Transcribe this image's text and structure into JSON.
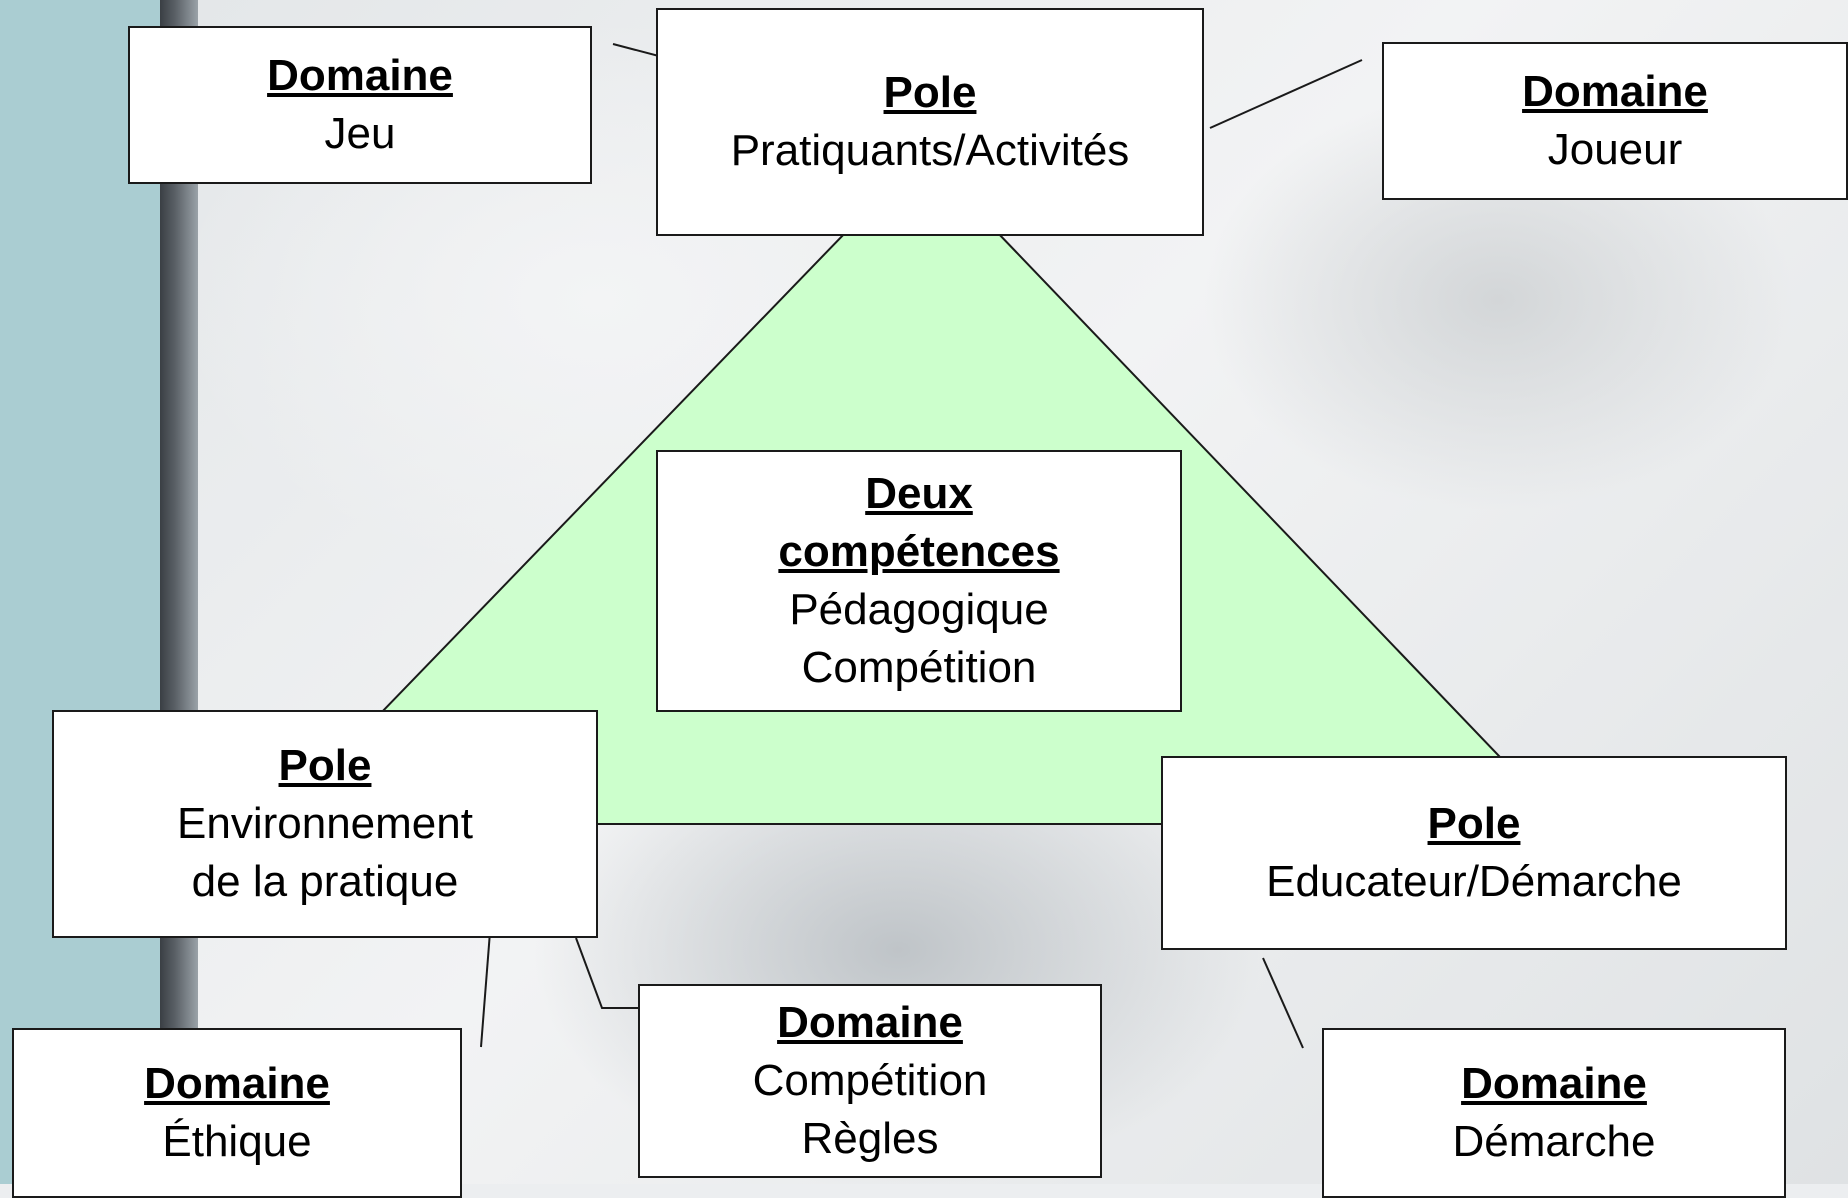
{
  "colors": {
    "triangle_fill": "#ccffcc",
    "box_border": "#1a1a1a"
  },
  "center": {
    "heading_line1": "Deux",
    "heading_line2": "compétences",
    "line1": "Pédagogique",
    "line2": "Compétition"
  },
  "poles": {
    "top": {
      "heading": "Pole",
      "line1": "Pratiquants/Activités"
    },
    "bottom_left": {
      "heading": "Pole",
      "line1": "Environnement",
      "line2": "de la pratique"
    },
    "bottom_right": {
      "heading": "Pole",
      "line1": "Educateur/Démarche"
    }
  },
  "domains": {
    "jeu": {
      "heading": "Domaine",
      "line1": "Jeu"
    },
    "joueur": {
      "heading": "Domaine",
      "line1": "Joueur"
    },
    "ethique": {
      "heading": "Domaine",
      "line1": "Éthique"
    },
    "competition": {
      "heading": "Domaine",
      "line1": "Compétition",
      "line2": "Règles"
    },
    "demarche": {
      "heading": "Domaine",
      "line1": "Démarche"
    }
  }
}
